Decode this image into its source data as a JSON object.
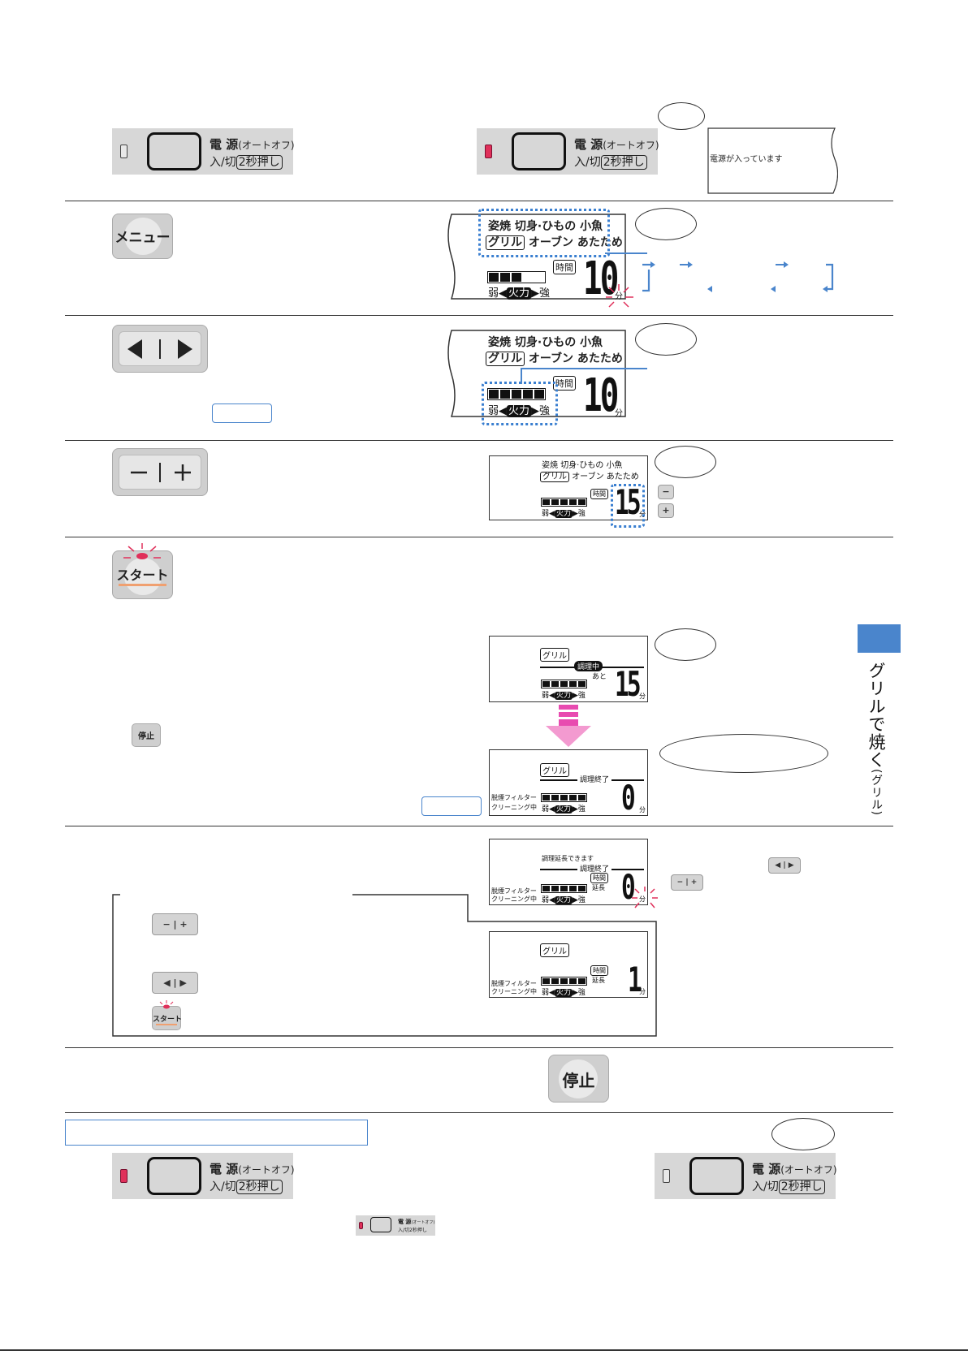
{
  "power_panel": {
    "title": "電 源",
    "auto_off": "(オートオフ)",
    "toggle": "入/切",
    "hold": "2秒押し"
  },
  "power_note": "電源が入っています",
  "keys": {
    "menu": "メニュー",
    "stop": "停止",
    "start": "スタート"
  },
  "menu_display": {
    "row1": [
      "姿焼",
      "切身·ひもの",
      "小魚"
    ],
    "row2_boxed": "グリル",
    "row2": [
      "オーブン",
      "あたため"
    ],
    "time_label": "時間",
    "minutes_unit": "分",
    "fire_weak": "弱",
    "fire_label": "火力",
    "fire_strong": "強"
  },
  "step_displays": {
    "default_time": "10",
    "set_time": "15",
    "cooking_label": "調理中",
    "remaining": "あと",
    "cooking_time": "15",
    "finished_label": "調理終了",
    "finished_time": "0",
    "filter_cleaning_1": "脱煙フィルター",
    "filter_cleaning_2": "クリーニング中",
    "extend_possible": "調理延長できます",
    "extend_label": "延長",
    "extended_time": "1"
  },
  "small_keys": {
    "minus": "−",
    "plus": "+"
  },
  "side_tab": {
    "title": "グリルで焼く",
    "sub": "(グリル)"
  },
  "colors": {
    "accent_blue": "#4a85cc",
    "led_red": "#e0305a",
    "arrow_pink": "#e84bb0"
  }
}
